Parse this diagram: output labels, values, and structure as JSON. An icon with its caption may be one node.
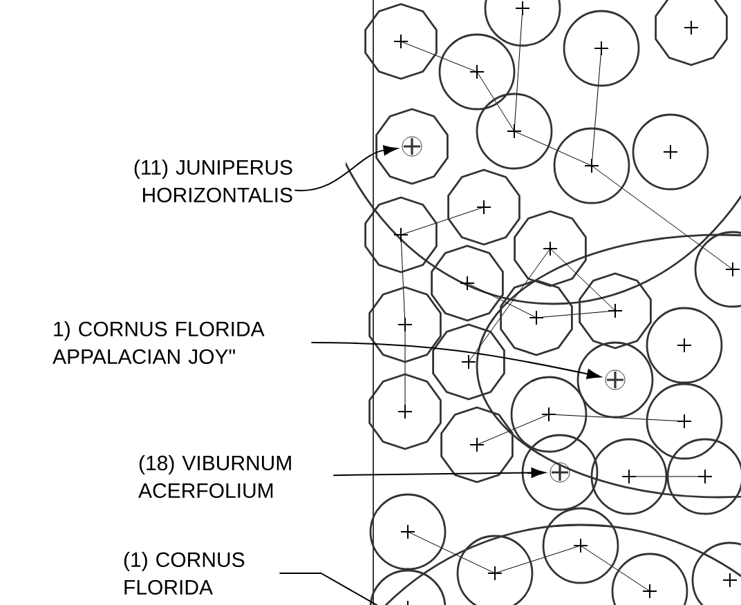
{
  "diagram": {
    "nodes": [
      {
        "text": [
          "(11) JUNIPERUS HORIZONTALIS"
        ]
      },
      {
        "text": [
          "1) CORNUS FLORIDA APPALACIAN JOY\""
        ]
      },
      {
        "text": [
          "(18) VIBURNUM ACERFOLIUM"
        ]
      },
      {
        "text": [
          "(1) CORNUS FLORIDA"
        ]
      },
      {
        "text": [],
        "shape": "circle"
      },
      {
        "text": [],
        "shape": "circle"
      },
      {
        "text": [],
        "shape": "circle"
      }
    ],
    "edges": [
      {
        "from": 0,
        "to": 4,
        "arrow": "to"
      },
      {
        "from": 1,
        "to": 5,
        "arrow": "to"
      },
      {
        "from": 2,
        "to": 6,
        "arrow": "to"
      },
      {
        "from": 3,
        "to": null,
        "arrow": "none"
      }
    ]
  }
}
